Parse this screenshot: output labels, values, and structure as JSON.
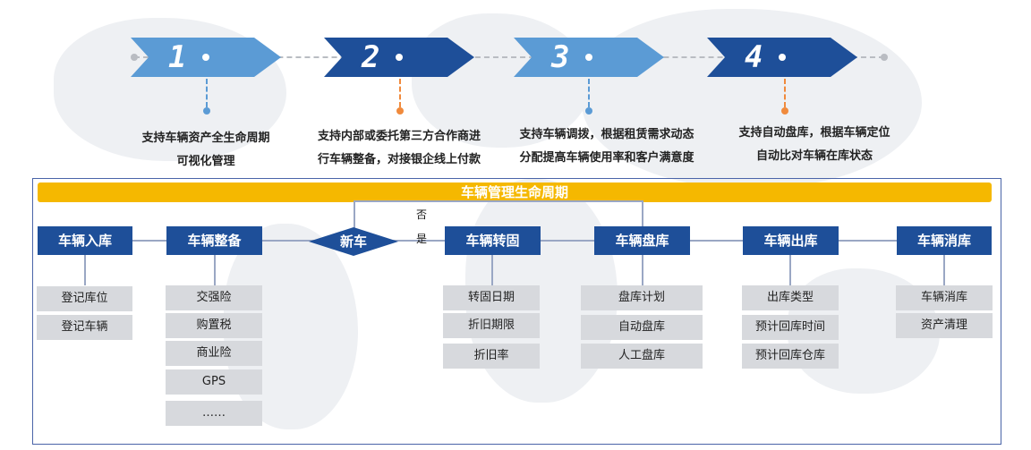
{
  "steps": [
    {
      "num": "1",
      "desc_line1": "支持车辆资产全生命周期",
      "desc_line2": "可视化管理"
    },
    {
      "num": "2",
      "desc_line1": "支持内部或委托第三方合作商进",
      "desc_line2": "行车辆整备，对接银企线上付款"
    },
    {
      "num": "3",
      "desc_line1": "支持车辆调拨，根据租赁需求动态",
      "desc_line2": "分配提高车辆使用率和客户满意度"
    },
    {
      "num": "4",
      "desc_line1": "支持自动盘库，根据车辆定位",
      "desc_line2": "自动比对车辆在库状态"
    }
  ],
  "colors": {
    "step1": "#5b9bd5",
    "step2": "#1e4f99",
    "step3": "#5b9bd5",
    "step4": "#1e4f99",
    "pin_blue": "#5b9bd5",
    "pin_orange": "#f08a3c",
    "banner": "#f5b800",
    "stage": "#1e4f99"
  },
  "lifecycle": {
    "title": "车辆管理生命周期",
    "decision": "新车",
    "no_label": "否",
    "yes_label": "是",
    "stages": [
      {
        "label": "车辆入库",
        "items": [
          "登记库位",
          "登记车辆"
        ]
      },
      {
        "label": "车辆整备",
        "items": [
          "交强险",
          "购置税",
          "商业险",
          "GPS",
          "……"
        ]
      },
      {
        "label": "车辆转固",
        "items": [
          "转固日期",
          "折旧期限",
          "折旧率"
        ]
      },
      {
        "label": "车辆盘库",
        "items": [
          "盘库计划",
          "自动盘库",
          "人工盘库"
        ]
      },
      {
        "label": "车辆出库",
        "items": [
          "出库类型",
          "预计回库时间",
          "预计回库仓库"
        ]
      },
      {
        "label": "车辆消库",
        "items": [
          "车辆消库",
          "资产清理"
        ]
      }
    ]
  }
}
